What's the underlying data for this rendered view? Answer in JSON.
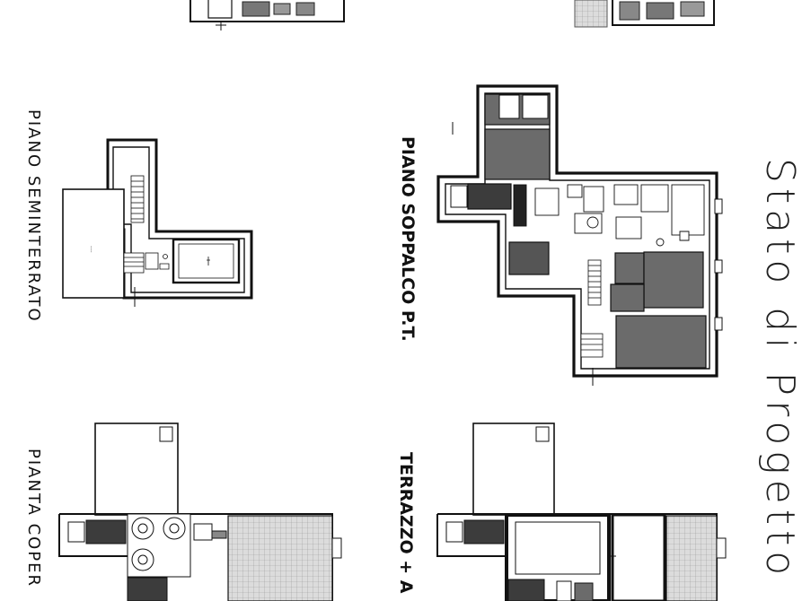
{
  "title": "Stato di Progetto",
  "plans": {
    "seminterrato": "PIANO SEMINTERRATO",
    "soppalco": "PIANO SOPPALCO P.T.",
    "copertura": "PIANTA COPER",
    "terrazzo": "TERRAZZO + A"
  },
  "colors": {
    "wall": "#111111",
    "room_fill": "#6b6b6b",
    "dark_fill": "#3c3c3c",
    "paving": "#c8c8c8",
    "background": "#ffffff"
  }
}
